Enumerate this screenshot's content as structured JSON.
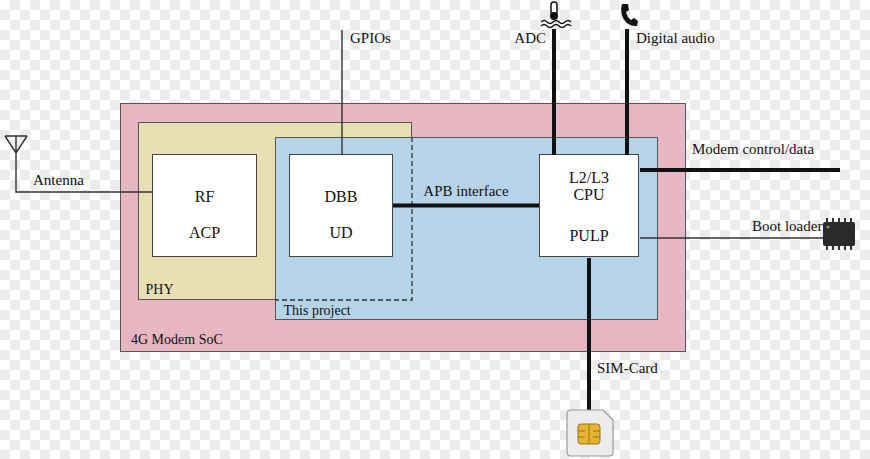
{
  "diagram": {
    "nodes": [
      {
        "text": [
          "4G Modem SoC"
        ]
      },
      {
        "text": [
          "PHY"
        ],
        "in": 0
      },
      {
        "text": [
          "RF",
          "ACP"
        ],
        "in": 1
      },
      {
        "text": [
          "This project"
        ],
        "in": 0
      },
      {
        "text": [
          "DBB",
          "UD"
        ],
        "in": 3
      },
      {
        "text": [
          "L2/L3 CPU",
          "PULP"
        ],
        "in": 3
      }
    ],
    "edges": [
      {
        "from": 4,
        "to": 5,
        "arrow": "none",
        "label": "APB interface"
      }
    ],
    "labels": [
      "Antenna",
      "GPIOs",
      "ADC",
      "Digital audio",
      "Modem control/data",
      "Boot loader",
      "SIM-Card"
    ]
  }
}
